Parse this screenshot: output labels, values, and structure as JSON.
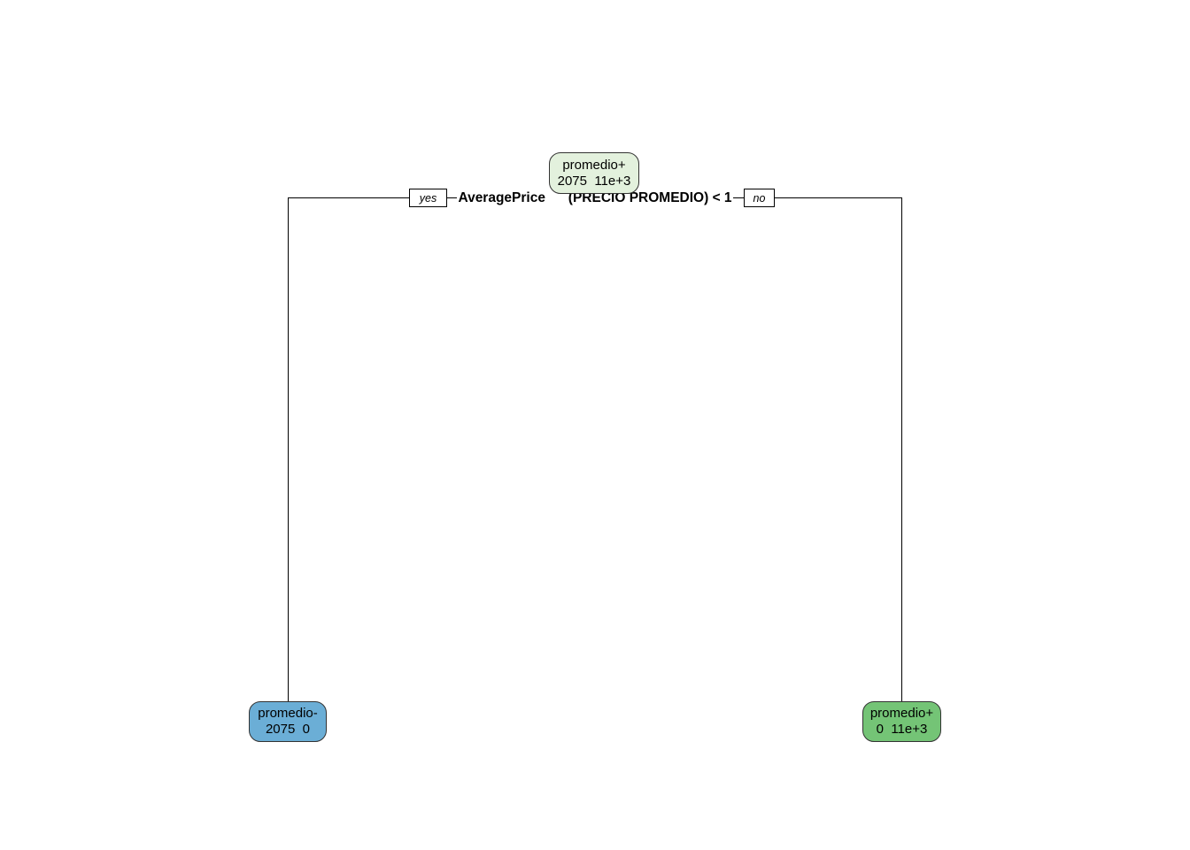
{
  "diagram": {
    "type": "decision-tree",
    "root_node": {
      "class_line": "promedio+",
      "value_line": "2075  11e+3",
      "fill": "#e3f1dd"
    },
    "split": {
      "label": "AveragePrice      (PRECIO PROMEDIO) < 1",
      "yes_label": "yes",
      "no_label": "no"
    },
    "leaf_left": {
      "class_line": "promedio-",
      "value_line": "2075  0",
      "fill": "#6baed6"
    },
    "leaf_right": {
      "class_line": "promedio+",
      "value_line": "0  11e+3",
      "fill": "#74c476"
    },
    "colors": {
      "background": "#ffffff",
      "branch_line": "#000000",
      "node_border": "#333333",
      "text": "#000000",
      "root_fill": "#e3f1dd",
      "leaf_left_fill": "#6baed6",
      "leaf_right_fill": "#74c476"
    }
  }
}
